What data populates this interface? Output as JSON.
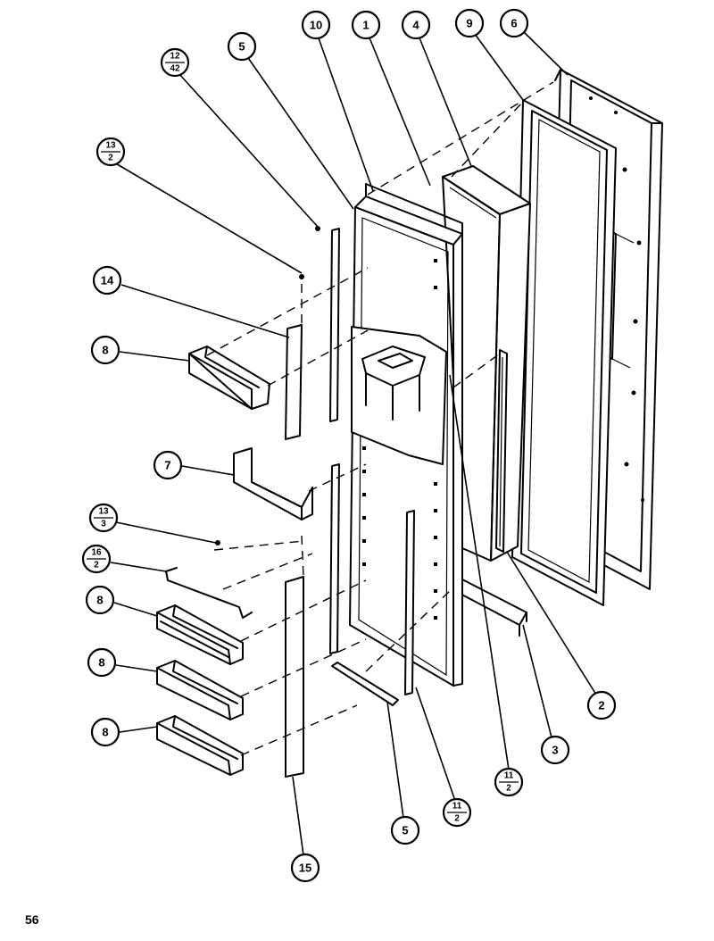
{
  "page": {
    "number": "56"
  },
  "callouts": [
    {
      "id": "c10",
      "label": "10"
    },
    {
      "id": "c1a",
      "label": "1"
    },
    {
      "id": "c4",
      "label": "4"
    },
    {
      "id": "c9",
      "label": "9"
    },
    {
      "id": "c6",
      "label": "6"
    },
    {
      "id": "c5a",
      "label": "5"
    },
    {
      "id": "c12_42",
      "num": "12",
      "den": "42"
    },
    {
      "id": "c13_2",
      "num": "13",
      "den": "2"
    },
    {
      "id": "c14",
      "label": "14"
    },
    {
      "id": "c8a",
      "label": "8"
    },
    {
      "id": "c7",
      "label": "7"
    },
    {
      "id": "c13_3",
      "num": "13",
      "den": "3"
    },
    {
      "id": "c16_2",
      "num": "16",
      "den": "2"
    },
    {
      "id": "c8b",
      "label": "8"
    },
    {
      "id": "c8c",
      "label": "8"
    },
    {
      "id": "c8d",
      "label": "8"
    },
    {
      "id": "c15",
      "label": "15"
    },
    {
      "id": "c5b",
      "label": "5"
    },
    {
      "id": "c11_2a",
      "num": "11",
      "den": "2"
    },
    {
      "id": "c11_2b",
      "num": "11",
      "den": "2"
    },
    {
      "id": "c3",
      "label": "3"
    },
    {
      "id": "c2",
      "label": "2"
    }
  ]
}
